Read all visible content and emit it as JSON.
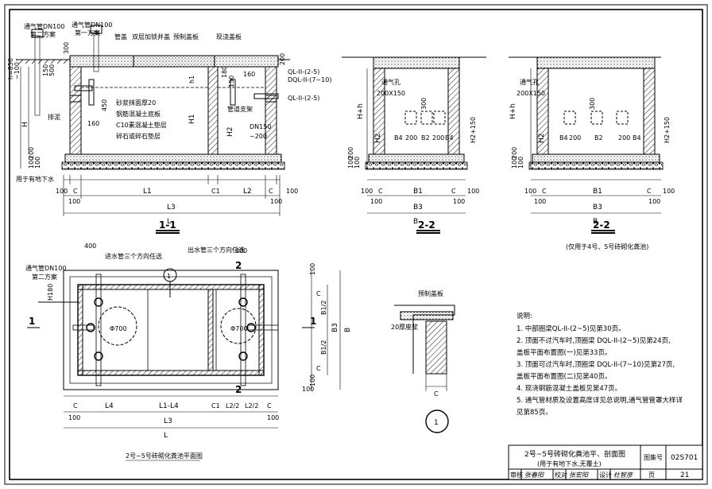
{
  "section_1_1": {
    "labels": {
      "vent_dn100_plan2": "通气管DN100",
      "plan2": "第二方案",
      "vent_dn100_plan1": "通气管DN100",
      "plan1": "第一方案",
      "pipe_cap": "管盖",
      "double_plate_cover": "双层加锁井盖",
      "precast_cover": "预制盖板",
      "cast_cover": "现浇盖板",
      "h850": "h=850",
      "h_100": "~100",
      "d150": "150",
      "d500": "500",
      "d300": "300",
      "d200a": "200",
      "d180": "180",
      "d1": "h1",
      "d150b": "150",
      "d160": "160",
      "qlii_25a": "QL-II-(2-5)",
      "qlii_710": "DQL-II-(7~10)",
      "qlii_25b": "QL-II-(2-5)",
      "d450": "450",
      "mortar": "砂浆抹面厚20",
      "rc_bottom": "钢筋混凝土底板",
      "c10": "C10素混凝土垫层",
      "gravel": "碎石或碎石垫层",
      "support": "管道支架",
      "h1": "H1",
      "h2": "H2",
      "dn150": "DN150",
      "dn150_200": "~200",
      "drain": "排泥",
      "h_left": "H",
      "h100": "100",
      "h200": "200",
      "h100b": "100",
      "d160b": "160",
      "note_ground": "用于有地下水",
      "dim_100a": "100",
      "dim_c1": "C",
      "dim_l1": "L1",
      "dim_c1b": "C1",
      "dim_l2": "L2",
      "dim_c2": "C",
      "dim_100b": "100",
      "dim_100c": "100",
      "dim_l3": "L3",
      "dim_100d": "100",
      "dim_l": "L",
      "title": "1-1"
    }
  },
  "section_2_2a": {
    "labels": {
      "vent_hole": "通气孔",
      "vent_size": "200X150",
      "hh": "H+h",
      "h2": "H2",
      "h2_150": "H2+150",
      "d300": "300",
      "b4a": "B4",
      "d200a": "200",
      "b2": "B2",
      "d200b": "200",
      "b4b": "B4",
      "d100a": "100",
      "d200": "200",
      "d100b": "100",
      "dim_100a": "100",
      "dim_c": "C",
      "dim_b1": "B1",
      "dim_c2": "C",
      "dim_100b": "100",
      "dim_100c": "100",
      "dim_b3": "B3",
      "dim_100d": "100",
      "dim_b": "B",
      "title": "2-2"
    }
  },
  "section_2_2b": {
    "labels": {
      "vent_hole": "通气孔",
      "vent_size": "200X150",
      "hh": "H+h",
      "h2": "H2",
      "h2_150": "H2+150",
      "d300": "300",
      "b4a": "B4",
      "d200a": "200",
      "b2": "B2",
      "d200b": "200",
      "b4b": "B4",
      "d100a": "100",
      "d200": "200",
      "d100b": "100",
      "dim_100a": "100",
      "dim_c": "C",
      "dim_b1": "B1",
      "dim_c2": "C",
      "dim_100b": "100",
      "dim_100c": "100",
      "dim_b3": "B3",
      "dim_100d": "100",
      "dim_b": "B",
      "title": "2-2",
      "subtitle": "(仅用于4号、5号砖砌化粪池)"
    }
  },
  "plan": {
    "labels": {
      "d400a": "400",
      "inlet_note": "进水管三个方向任选",
      "outlet_note": "出水管三个方向任选",
      "d400b": "400",
      "vent": "通气管DN100",
      "plan2": "第二方案",
      "h180": "H180",
      "phi700a": "Φ700",
      "phi700b": "Φ700",
      "sec1a": "1",
      "sec1b": "1",
      "sec2a": "2",
      "sec2b": "2",
      "b1_2a": "B1/2",
      "b1_2b": "B1/2",
      "b3": "B3",
      "b": "B",
      "c_a": "C",
      "c_b": "C",
      "d100a": "100",
      "d100b": "100",
      "d100c": "100",
      "dim_c": "C",
      "dim_l4": "L4",
      "dim_l1l4": "L1-L4",
      "dim_c1": "C1",
      "dim_l22": "L2/2",
      "dim_l22b": "L2/2",
      "dim_c2": "C",
      "dim_100a": "100",
      "dim_l3": "L3",
      "dim_100b": "100",
      "dim_l": "L",
      "circle1": "1",
      "title": "2号~5号砖砌化粪池平面图"
    }
  },
  "detail": {
    "labels": {
      "precast": "预制盖板",
      "mortar": "20厚座浆",
      "dim_c": "C",
      "marker": "1"
    }
  },
  "notes": {
    "heading": "说明:",
    "items": [
      "1. 中部圈梁QL-II-(2~5)见第30页。",
      "2. 顶面不过汽车时,顶圈梁 DQL-II-(2~5)见第24页,",
      "    盖板平面布置图(一)见第33页。",
      "3. 顶面可过汽车时,顶圈梁 DQL-II-(7~10)见第27页,",
      "    盖板平面布置图(二)见第40页。",
      "4. 现浇钢筋混凝土盖板见第47页。",
      "5. 通气管材质及设置高度详见总说明,通气管管罩大样详",
      "    见第85页。"
    ]
  },
  "title_block": {
    "title": "2号~5号砖砌化粪池平、剖面图",
    "subtitle": "(用于有地下水,无覆土)",
    "atlas_label": "图集号",
    "atlas_no": "02S701",
    "review_label": "审核",
    "review_sig": "张春阳",
    "check_label": "校对",
    "check_sig": "张宏阳",
    "design_label": "设计",
    "design_sig": "杜智彦",
    "page_label": "页",
    "page_no": "21"
  }
}
